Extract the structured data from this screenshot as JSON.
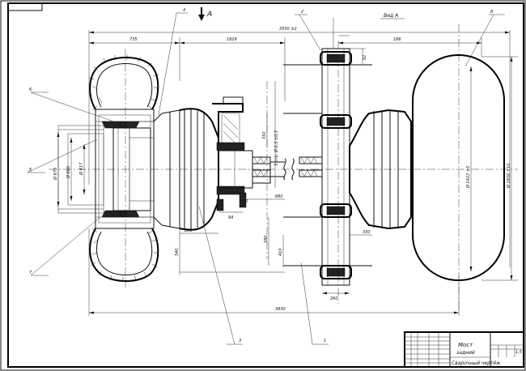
{
  "view_label": "Вид А",
  "direction_letter": "А",
  "leaders": {
    "l1": "1",
    "l2": "2",
    "l3": "3",
    "l4": "4",
    "l5": "5",
    "l6": "6",
    "l7": "7",
    "l8": "8"
  },
  "dimensions": {
    "overall_top": "3550 ±2",
    "d_735": "735",
    "d_1829": "1829",
    "d_186": "186",
    "d_92": "92",
    "d_hole_right": "3 отв. Ø 0,3 ±0,5",
    "d_350": "350",
    "d_tire_dia": "Ø 1422 ±5",
    "d_wheel_dia": "Ø 1650 ±10",
    "d_flange_dia": "Ø 675",
    "d_rim_dia": "Ø 800",
    "d_hub_dia": "Ø 417",
    "d_30": "30",
    "d_680": "680",
    "d_94": "94",
    "d_280": "280",
    "d_540": "540",
    "d_580": "580",
    "d_410": "410",
    "d_330": "330",
    "d_260": "260",
    "d_3830": "3830"
  },
  "title_block": {
    "name_line1": "Мост",
    "name_line2": "задний",
    "name_line3": "Сварочный чертёж",
    "scale": "1:5"
  }
}
